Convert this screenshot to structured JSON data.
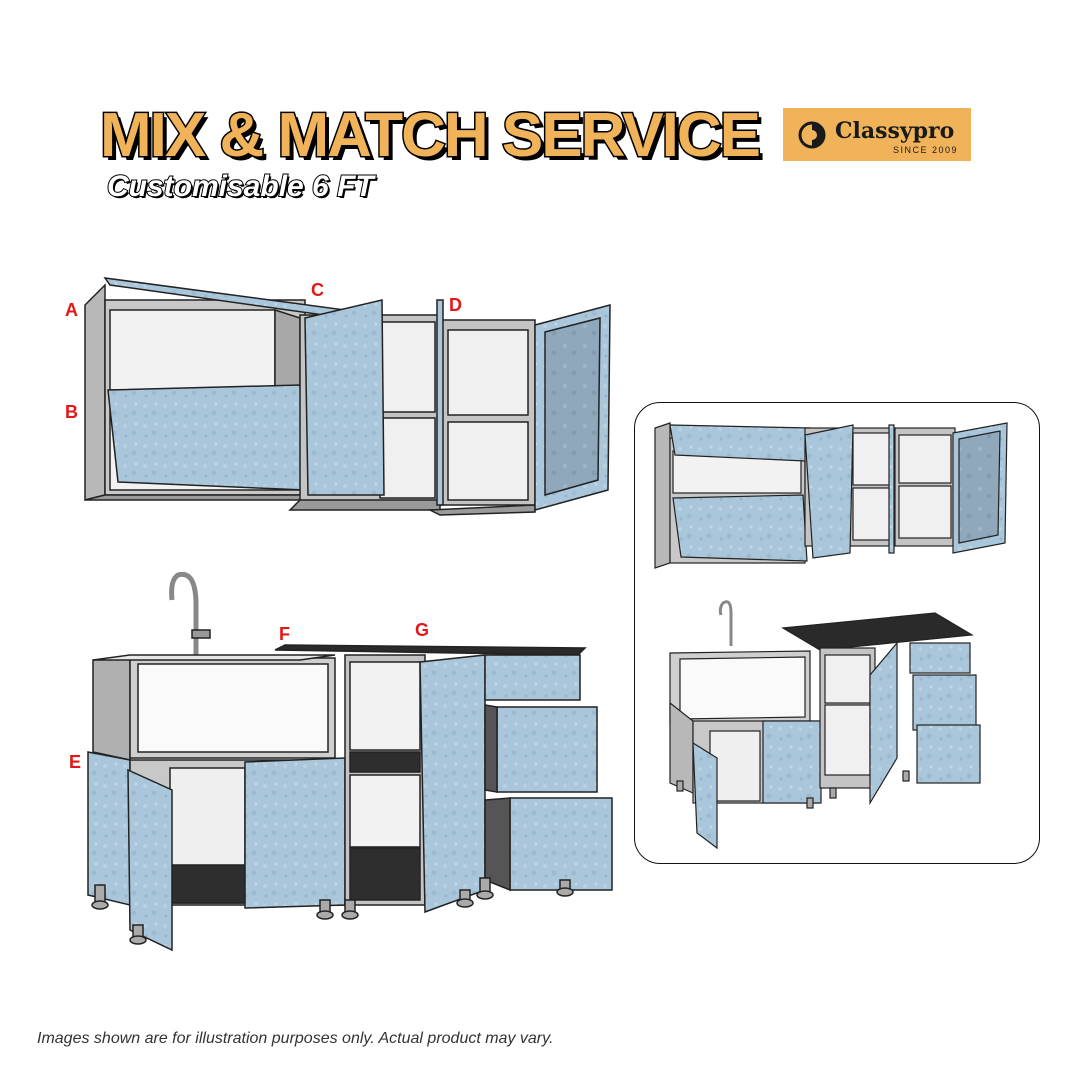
{
  "header": {
    "title": "MIX & MATCH SERVICE",
    "subtitle": "Customisable 6 FT"
  },
  "logo": {
    "brand": "Classypro",
    "since": "SINCE 2009",
    "background": "#f0b35a"
  },
  "labels": {
    "a": "A",
    "b": "B",
    "c": "C",
    "d": "D",
    "e": "E",
    "f": "F",
    "g": "G",
    "color": "#e01818"
  },
  "footer": {
    "disclaimer": "Images shown are for illustration purposes only. Actual product may vary."
  },
  "colors": {
    "door_blue": "#a9c6da",
    "carcass_grey": "#b4b4b4",
    "countertop": "#2a2a2a"
  }
}
